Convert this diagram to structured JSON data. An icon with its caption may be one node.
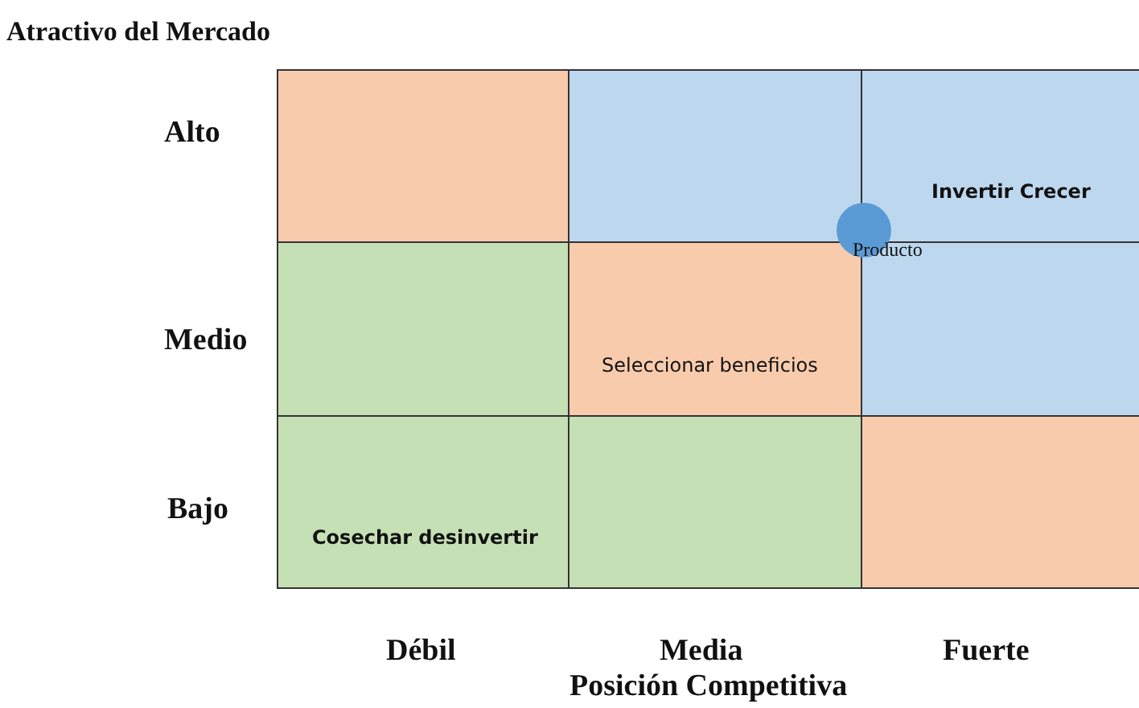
{
  "diagram": {
    "nodes": [
      {
        "text": [],
        "shape": "box"
      },
      {
        "text": [],
        "shape": "box"
      },
      {
        "text": [
          "Invertir Crecer"
        ]
      },
      {
        "text": [],
        "shape": "box"
      },
      {
        "text": [
          "Seleccionar beneficios"
        ]
      },
      {
        "text": [],
        "shape": "box"
      },
      {
        "text": [
          "Cosechar desinvertir"
        ]
      },
      {
        "text": [],
        "shape": "box"
      },
      {
        "text": [],
        "shape": "box"
      },
      {
        "text": [],
        "shape": "circle",
        "beside": [
          "Producto"
        ]
      }
    ],
    "labels": [
      "Atractivo del Mercado",
      "Alto",
      "Medio",
      "Bajo",
      "Débil",
      "Media",
      "Fuerte",
      "Posición Competitiva"
    ]
  }
}
